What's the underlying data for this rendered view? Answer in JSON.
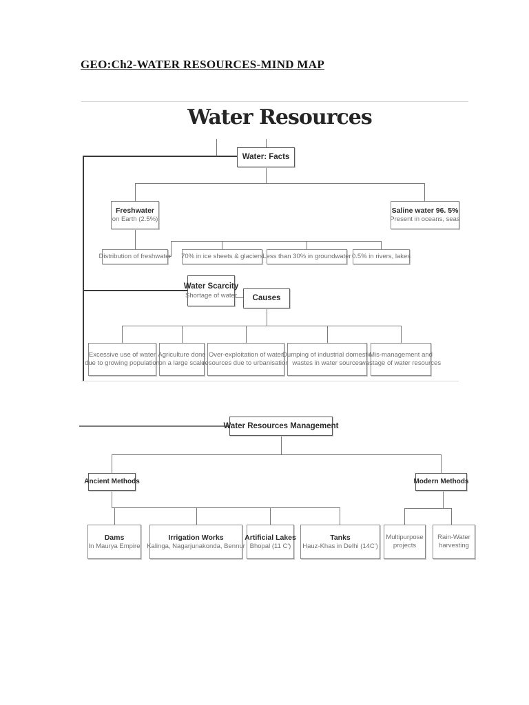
{
  "doc_title": "GEO:Ch2-WATER RESOURCES-MIND MAP",
  "colors": {
    "line": "#7a7a7a",
    "line_dark": "#3a3a3a",
    "box_border": "#8a8a8a",
    "title_text": "#2b2b2b",
    "sub_text": "#6e6e6e"
  },
  "map1": {
    "heading": "Water Resources",
    "facts": {
      "title": "Water: Facts"
    },
    "freshwater": {
      "title": "Freshwater",
      "sub": "on Earth (2.5%)"
    },
    "saline": {
      "title": "Saline water 96. 5%",
      "sub": "Present in oceans, seas"
    },
    "distribution": {
      "title": "Distribution of freshwater"
    },
    "ice_sheets": {
      "title": "70% in ice sheets & glaciers"
    },
    "groundwater": {
      "title": "Less than 30% in groundwater"
    },
    "rivers_lakes": {
      "title": "0.5% in rivers, lakes"
    },
    "scarcity": {
      "title": "Water Scarcity",
      "sub": "Shortage of water"
    },
    "causes": {
      "title": "Causes"
    },
    "cause_population": {
      "title": "Excessive use of water",
      "sub": "due to growing population"
    },
    "cause_agriculture": {
      "title": "Agriculture done",
      "sub": "on a large scale"
    },
    "cause_overexploitation": {
      "title": "Over-exploitation of water",
      "sub": "resources due to urbanisation"
    },
    "cause_dumping": {
      "title": "Dumping of industrial domestic",
      "sub": "wastes in water sources"
    },
    "cause_mismanagement": {
      "title": "Mis-management and",
      "sub": "wastage of water resources"
    }
  },
  "map2": {
    "management": {
      "title": "Water Resources Management"
    },
    "ancient": {
      "title": "Ancient Methods"
    },
    "modern": {
      "title": "Modern Methods"
    },
    "dams": {
      "title": "Dams",
      "sub": "In Maurya Empire"
    },
    "irrigation": {
      "title": "Irrigation Works",
      "sub": "Kalinga, Nagarjunakonda, Bennur"
    },
    "artificial_lakes": {
      "title": "Artificial Lakes",
      "sub": "Bhopal (11 C')"
    },
    "tanks": {
      "title": "Tanks",
      "sub": "Hauz-Khas in Delhi (14C')"
    },
    "multipurpose": {
      "title": "Multipurpose",
      "sub": "projects"
    },
    "rainwater": {
      "title": "Rain-Water",
      "sub": "harvesting"
    }
  }
}
